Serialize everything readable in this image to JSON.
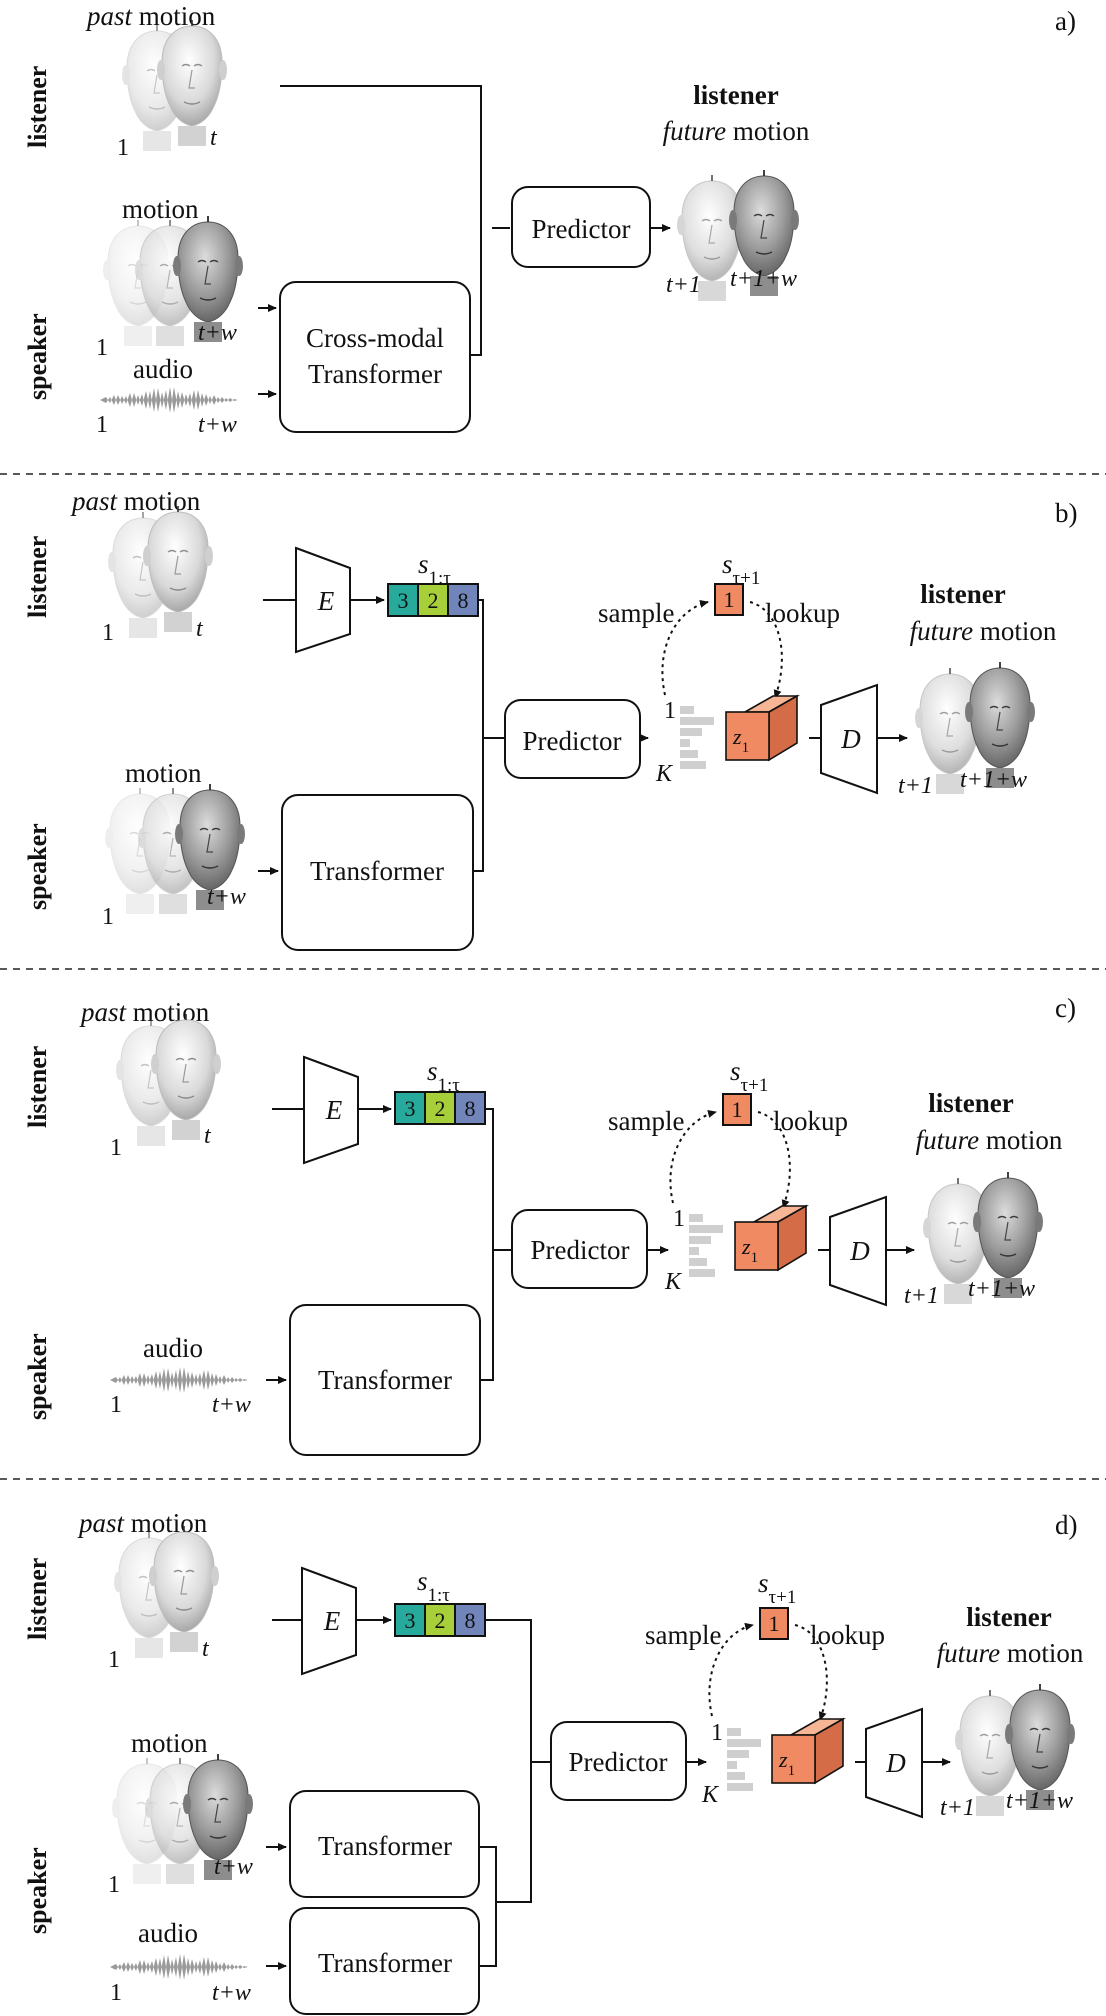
{
  "panels": [
    {
      "tag": "a)",
      "listener_side": "listener",
      "speaker_side": "speaker",
      "past_em": "past",
      "past_rest": " motion",
      "listener_idx_start": "1",
      "listener_idx_end": "t",
      "motion_label": "motion",
      "motion_idx_start": "1",
      "motion_idx_end": "t+w",
      "audio_label": "audio",
      "audio_idx_start": "1",
      "audio_idx_end": "t+w",
      "transformer_line1": "Cross-modal",
      "transformer_line2": "Transformer",
      "predictor": "Predictor",
      "out_title": "listener",
      "out_em": "future",
      "out_rest": " motion",
      "out_idx_start": "t+1",
      "out_idx_end": "t+1+w"
    },
    {
      "tag": "b)",
      "listener_side": "listener",
      "speaker_side": "speaker",
      "past_em": "past",
      "past_rest": " motion",
      "listener_idx_start": "1",
      "listener_idx_end": "t",
      "encoder": "E",
      "seq_label": "s1:τ",
      "codes": [
        "3",
        "2",
        "8"
      ],
      "next_label": "sτ+1",
      "sampled_code": "1",
      "sample_label": "sample",
      "lookup_label": "lookup",
      "hist_top": "1",
      "hist_bottom": "K",
      "latent": "z1",
      "decoder": "D",
      "motion_label": "motion",
      "motion_idx_start": "1",
      "motion_idx_end": "t+w",
      "transformer": "Transformer",
      "predictor": "Predictor",
      "out_title": "listener",
      "out_em": "future",
      "out_rest": " motion",
      "out_idx_start": "t+1",
      "out_idx_end": "t+1+w"
    },
    {
      "tag": "c)",
      "listener_side": "listener",
      "speaker_side": "speaker",
      "past_em": "past",
      "past_rest": " motion",
      "listener_idx_start": "1",
      "listener_idx_end": "t",
      "encoder": "E",
      "seq_label": "s1:τ",
      "codes": [
        "3",
        "2",
        "8"
      ],
      "next_label": "sτ+1",
      "sampled_code": "1",
      "sample_label": "sample",
      "lookup_label": "lookup",
      "hist_top": "1",
      "hist_bottom": "K",
      "latent": "z1",
      "decoder": "D",
      "audio_label": "audio",
      "audio_idx_start": "1",
      "audio_idx_end": "t+w",
      "transformer": "Transformer",
      "predictor": "Predictor",
      "out_title": "listener",
      "out_em": "future",
      "out_rest": " motion",
      "out_idx_start": "t+1",
      "out_idx_end": "t+1+w"
    },
    {
      "tag": "d)",
      "listener_side": "listener",
      "speaker_side": "speaker",
      "past_em": "past",
      "past_rest": " motion",
      "listener_idx_start": "1",
      "listener_idx_end": "t",
      "encoder": "E",
      "seq_label": "s1:τ",
      "codes": [
        "3",
        "2",
        "8"
      ],
      "next_label": "sτ+1",
      "sampled_code": "1",
      "sample_label": "sample",
      "lookup_label": "lookup",
      "hist_top": "1",
      "hist_bottom": "K",
      "latent": "z1",
      "decoder": "D",
      "motion_label": "motion",
      "motion_idx_start": "1",
      "motion_idx_end": "t+w",
      "audio_label": "audio",
      "audio_idx_start": "1",
      "audio_idx_end": "t+w",
      "transformer_motion": "Transformer",
      "transformer_audio": "Transformer",
      "predictor": "Predictor",
      "out_title": "listener",
      "out_em": "future",
      "out_rest": " motion",
      "out_idx_start": "t+1",
      "out_idx_end": "t+1+w"
    }
  ],
  "colors": {
    "code_teal": "#27a99b",
    "code_green": "#a6cf3a",
    "code_blue": "#7285bb",
    "token_orange": "#f08a62",
    "latent_front": "#f08a62",
    "latent_top": "#f6b595",
    "latent_side": "#d46d47",
    "histogram": "#cfcfcf",
    "waveform": "#9a9a9a"
  },
  "icons": [
    "head-icon",
    "waveform-icon",
    "code-histogram-icon",
    "latent-cube-icon"
  ]
}
